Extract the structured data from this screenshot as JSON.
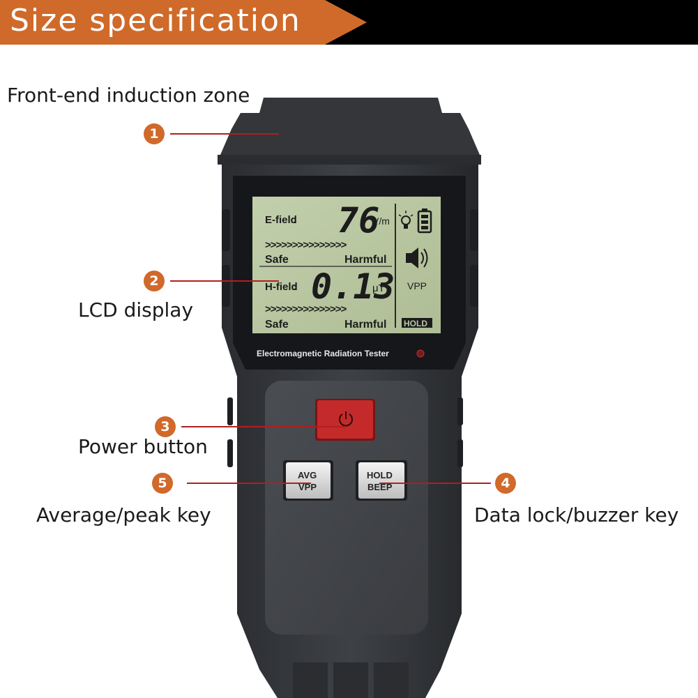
{
  "header": {
    "title": "Size specification"
  },
  "callouts": [
    {
      "number": "1",
      "label": "Front-end induction zone"
    },
    {
      "number": "2",
      "label": "LCD display"
    },
    {
      "number": "3",
      "label": "Power button"
    },
    {
      "number": "4",
      "label": "Data lock/buzzer key"
    },
    {
      "number": "5",
      "label": "Average/peak key"
    }
  ],
  "lcd": {
    "efield_label": "E-field",
    "efield_value": "76",
    "efield_unit": "V/m",
    "hfield_label": "H-field",
    "hfield_value": "0.13",
    "hfield_unit": "μT",
    "arrows": ">>>>>>>>>>>>>>>",
    "safe_label": "Safe",
    "harmful_label": "Harmful",
    "vpp_label": "VPP",
    "hold_label": "HOLD"
  },
  "device": {
    "brand_text": "Electromagnetic Radiation Tester",
    "avg_key_line1": "AVG",
    "avg_key_line2": "VPP",
    "hold_key_line1": "HOLD",
    "hold_key_line2": "BEEP"
  },
  "colors": {
    "accent": "#cf6a2a",
    "leader": "#b01f1f",
    "lcd_bg": "#b9c7a2",
    "power_button": "#c42a2a"
  }
}
